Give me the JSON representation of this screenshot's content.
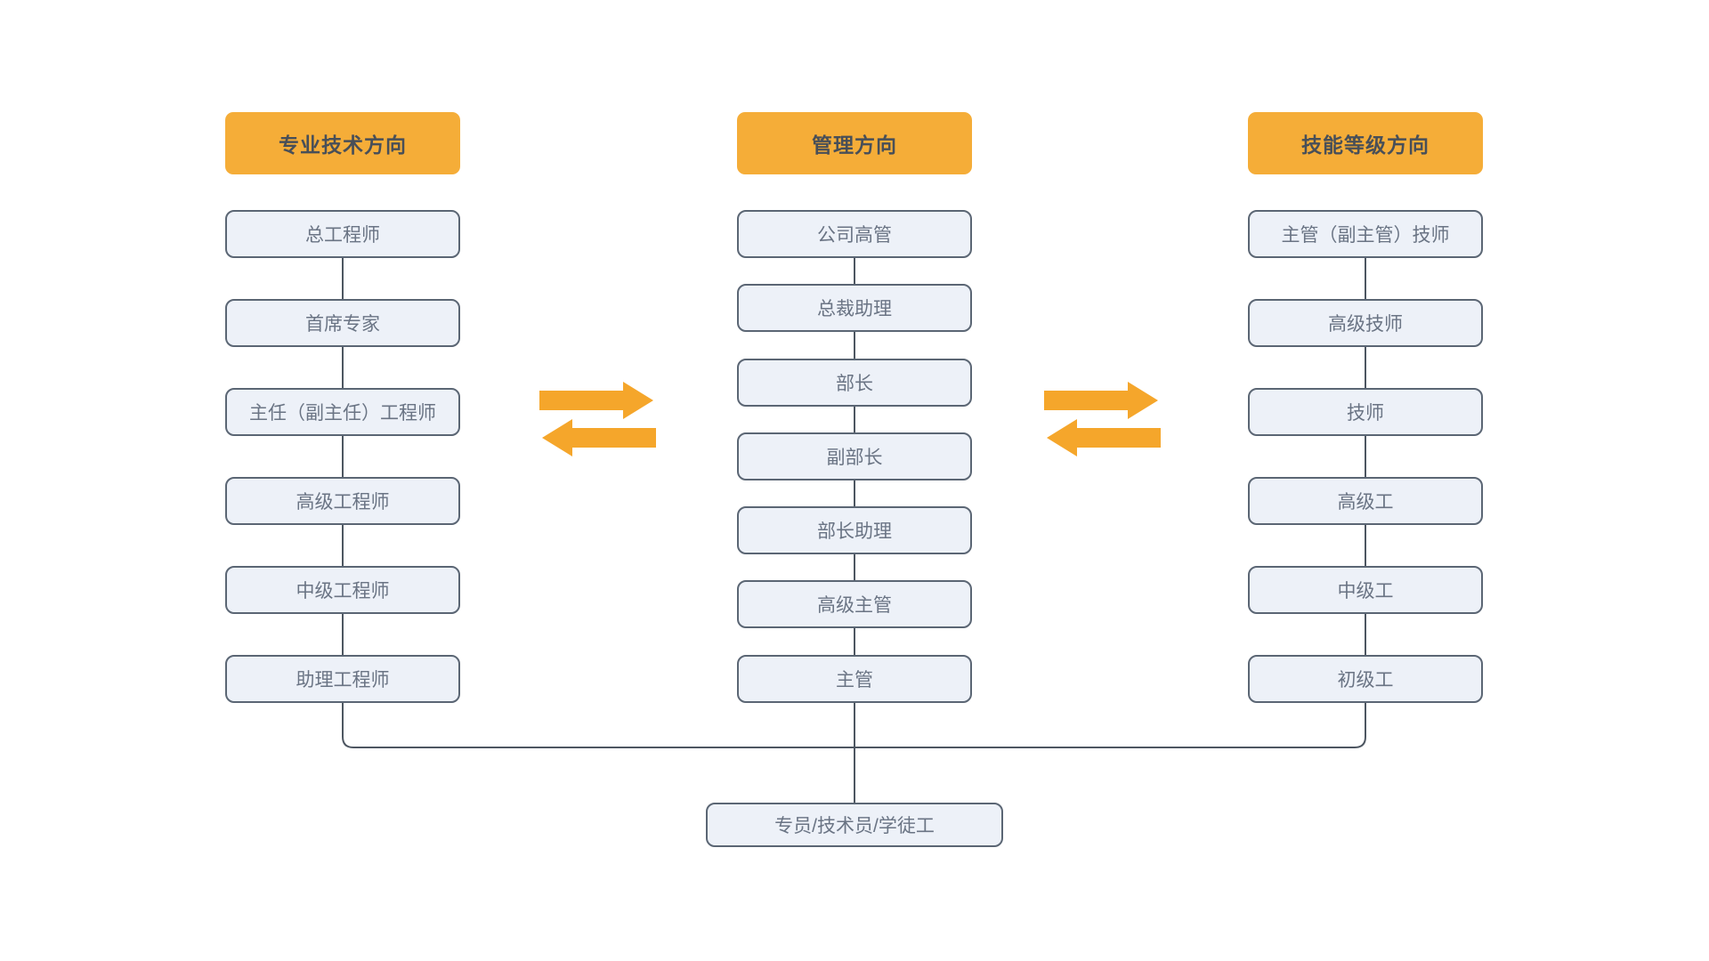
{
  "diagram": {
    "title_semantic": "dual-career-path-diagram",
    "columns": [
      {
        "header": "专业技术方向",
        "items": [
          "总工程师",
          "首席专家",
          "主任（副主任）工程师",
          "高级工程师",
          "中级工程师",
          "助理工程师"
        ]
      },
      {
        "header": "管理方向",
        "items": [
          "公司高管",
          "总裁助理",
          "部长",
          "副部长",
          "部长助理",
          "高级主管",
          "主管"
        ]
      },
      {
        "header": "技能等级方向",
        "items": [
          "主管（副主管）技师",
          "高级技师",
          "技师",
          "高级工",
          "中级工",
          "初级工"
        ]
      }
    ],
    "bottom_box": "专员/技术员/学徒工",
    "arrows": {
      "meaning": "bidirectional transfer between career tracks",
      "color": "#f5a62b"
    },
    "colors": {
      "header_fill": "#f5ad38",
      "header_text": "#484f58",
      "node_fill": "#edf1f8",
      "node_border": "#5b6674",
      "node_text": "#6a7484",
      "connector": "#4d5661",
      "background": "#ffffff"
    }
  }
}
